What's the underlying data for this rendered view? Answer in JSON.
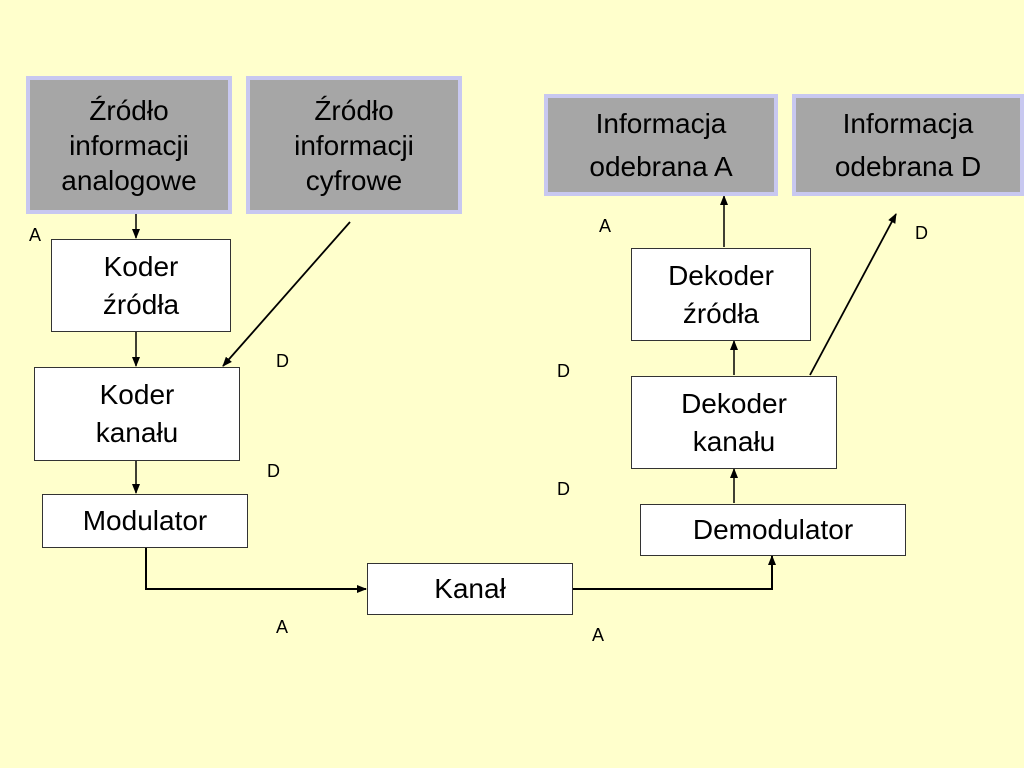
{
  "colors": {
    "background": "#ffffcc",
    "source_box_fill": "#a6a6a6",
    "source_box_border": "#c8c8f0",
    "process_box_fill": "#ffffff",
    "line": "#000000"
  },
  "blocks": {
    "source_analog": "Źródło\ninformacji\nanalogowe",
    "source_digital": "Źródło\ninformacji\ncyfrowe",
    "received_a": "Informacja\nodebrana A",
    "received_d": "Informacja\nodebrana D",
    "source_coder": "Koder\nźródła",
    "channel_coder": "Koder\nkanału",
    "modulator": "Modulator",
    "channel": "Kanał",
    "demodulator": "Demodulator",
    "channel_decoder": "Dekoder\nkanału",
    "source_decoder": "Dekoder\nźródła"
  },
  "signal_labels": {
    "analog_in": "A",
    "digital_in": "D",
    "after_channel_coder": "D",
    "modulated_out": "A",
    "channel_out": "A",
    "demod_out": "D",
    "channel_decoder_out": "D",
    "analog_out": "A",
    "digital_out": "D"
  }
}
